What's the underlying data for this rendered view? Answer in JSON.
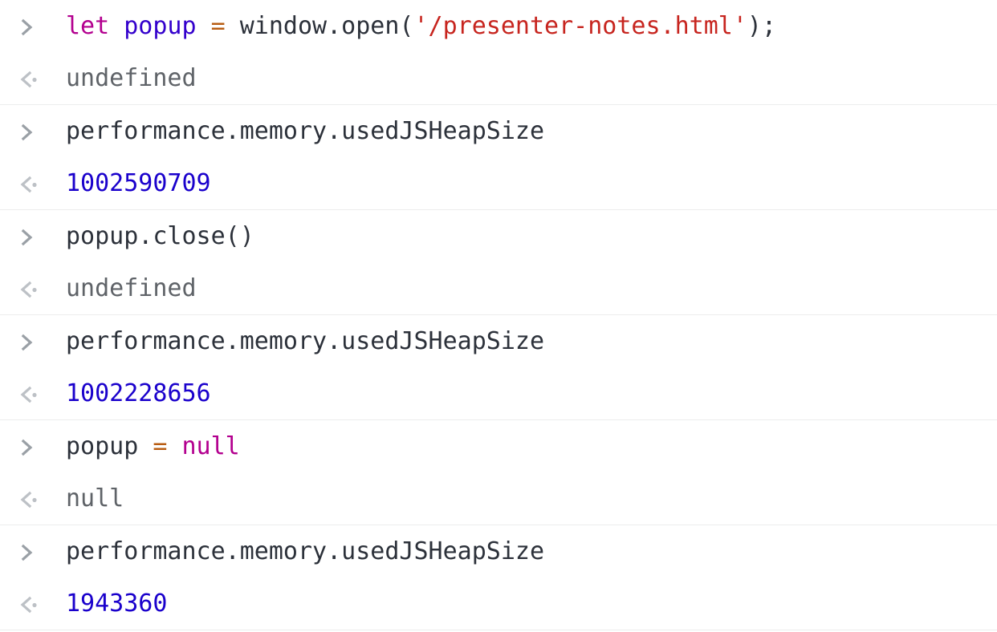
{
  "console": {
    "input_prompt_icon": "chevron-right-icon",
    "output_prompt_icon": "chevron-left-dot-icon",
    "colors": {
      "background": "#ffffff",
      "separator": "#eceded",
      "input_prompt": "#9aa0a6",
      "output_prompt": "#bdc1c6",
      "plain_code": "#2c313a",
      "keyword": "#b3008f",
      "declared_variable": "#3300cc",
      "operator": "#b85c12",
      "string_literal": "#c7251f",
      "number_result": "#1a01cc",
      "undefined_result": "#5f6368"
    },
    "entries": [
      {
        "input_tokens": [
          {
            "text": "let",
            "type": "keyword"
          },
          {
            "text": " ",
            "type": "plain"
          },
          {
            "text": "popup",
            "type": "var"
          },
          {
            "text": " ",
            "type": "plain"
          },
          {
            "text": "=",
            "type": "operator"
          },
          {
            "text": " window.open(",
            "type": "plain"
          },
          {
            "text": "'/presenter-notes.html'",
            "type": "string"
          },
          {
            "text": ");",
            "type": "plain"
          }
        ],
        "input_text": "let popup = window.open('/presenter-notes.html');",
        "output_text": "undefined",
        "output_type": "muted"
      },
      {
        "input_tokens": [
          {
            "text": "performance.memory.usedJSHeapSize",
            "type": "plain"
          }
        ],
        "input_text": "performance.memory.usedJSHeapSize",
        "output_text": "1002590709",
        "output_type": "number"
      },
      {
        "input_tokens": [
          {
            "text": "popup.close()",
            "type": "plain"
          }
        ],
        "input_text": "popup.close()",
        "output_text": "undefined",
        "output_type": "muted"
      },
      {
        "input_tokens": [
          {
            "text": "performance.memory.usedJSHeapSize",
            "type": "plain"
          }
        ],
        "input_text": "performance.memory.usedJSHeapSize",
        "output_text": "1002228656",
        "output_type": "number"
      },
      {
        "input_tokens": [
          {
            "text": "popup",
            "type": "plain"
          },
          {
            "text": " ",
            "type": "plain"
          },
          {
            "text": "=",
            "type": "operator"
          },
          {
            "text": " ",
            "type": "plain"
          },
          {
            "text": "null",
            "type": "null"
          }
        ],
        "input_text": "popup = null",
        "output_text": "null",
        "output_type": "muted"
      },
      {
        "input_tokens": [
          {
            "text": "performance.memory.usedJSHeapSize",
            "type": "plain"
          }
        ],
        "input_text": "performance.memory.usedJSHeapSize",
        "output_text": "1943360",
        "output_type": "number"
      }
    ]
  }
}
